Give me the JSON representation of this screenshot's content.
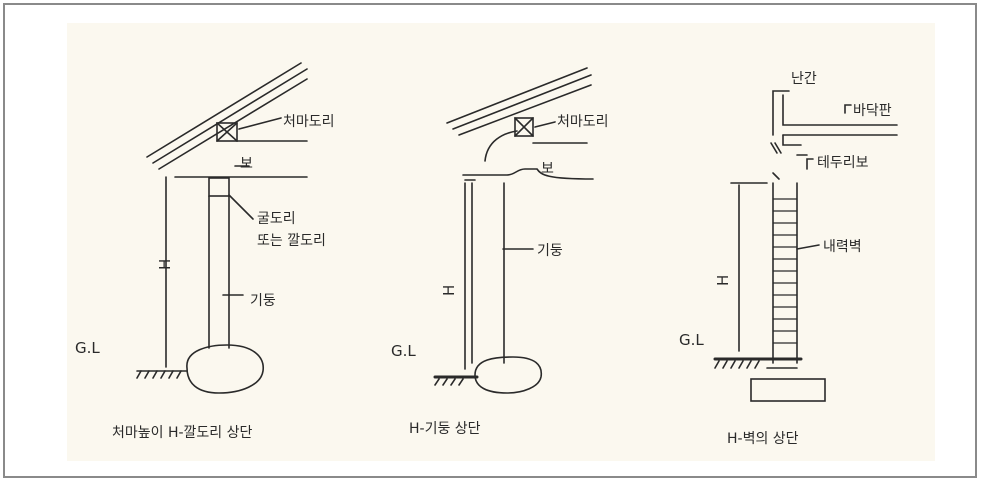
{
  "figures": [
    {
      "labels": {
        "eave_purlin": "처마도리",
        "beam": "보",
        "wall_plate": "굴도리",
        "wall_plate_alt": "또는 깔도리",
        "column": "기둥",
        "gl": "G.L",
        "height": "H"
      },
      "caption": "처마높이 H-깔도리 상단"
    },
    {
      "labels": {
        "eave_purlin": "처마도리",
        "beam": "보",
        "column": "기둥",
        "gl": "G.L",
        "height": "H"
      },
      "caption": "H-기둥 상단"
    },
    {
      "labels": {
        "railing": "난간",
        "floor_slab": "바닥판",
        "edge_beam": "테두리보",
        "bearing_wall": "내력벽",
        "gl": "G.L",
        "height": "H"
      },
      "caption": "H-벽의 상단"
    }
  ],
  "colors": {
    "ink": "#2a2a2a",
    "panel": "#fbf8ef",
    "frame": "#8a8a8a"
  }
}
